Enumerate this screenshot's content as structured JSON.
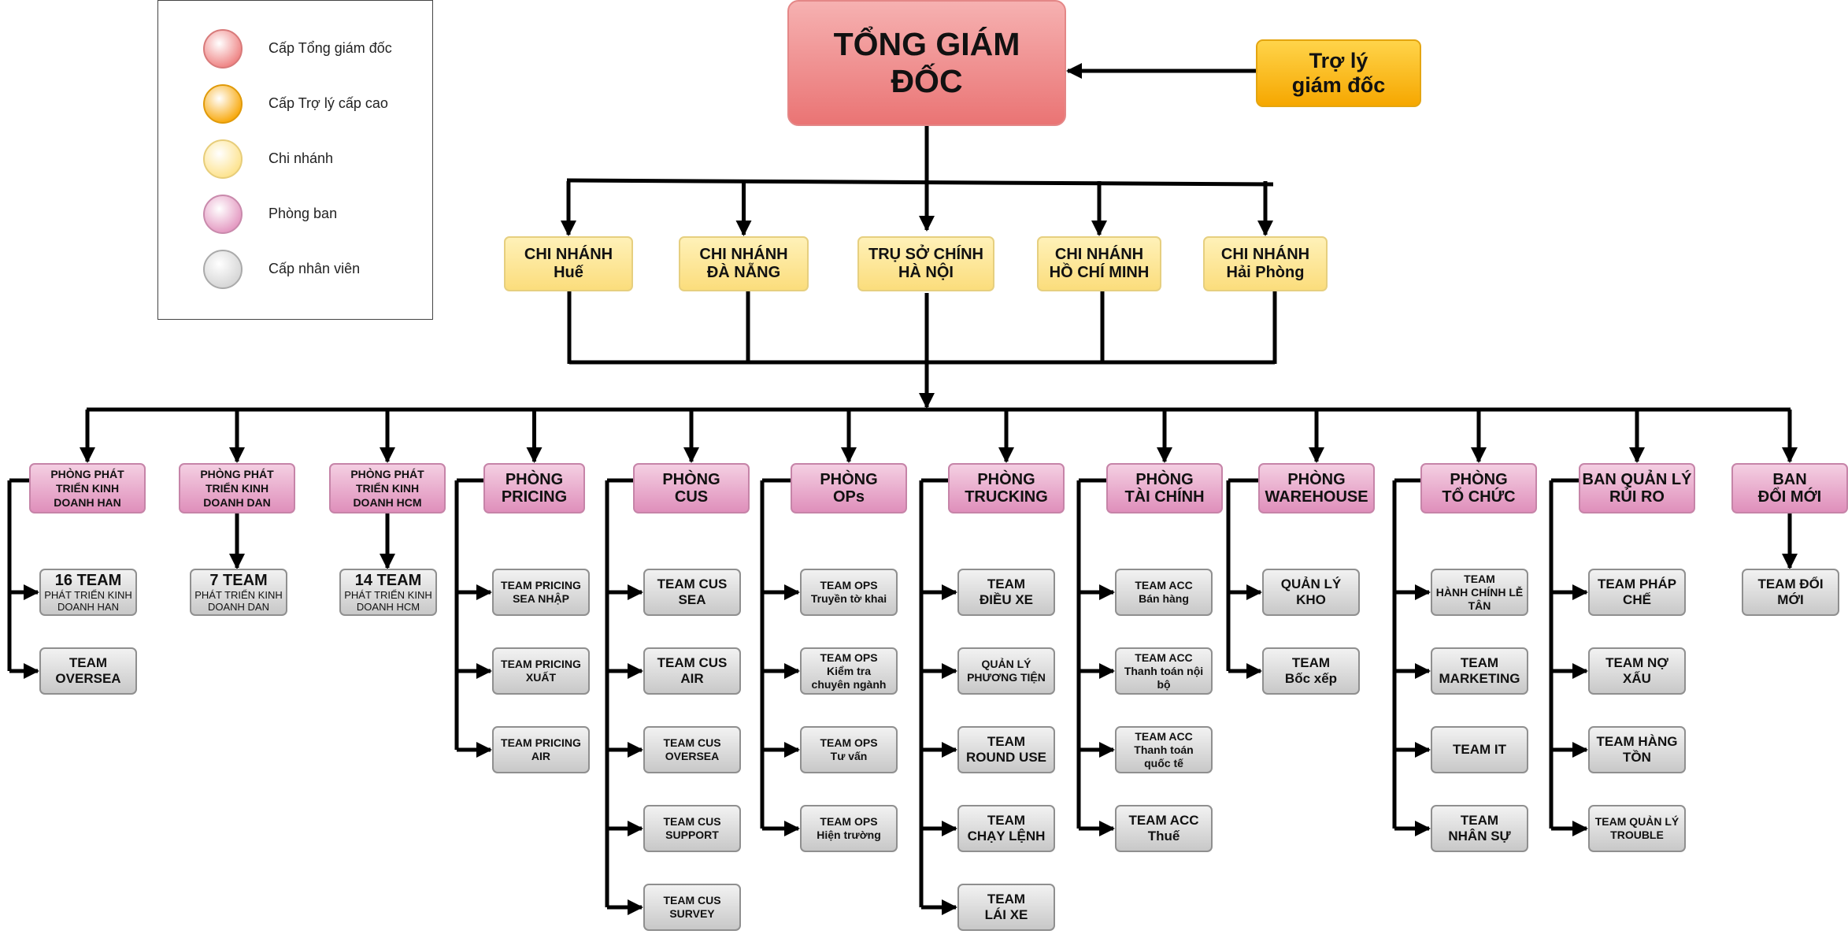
{
  "legend": [
    {
      "label": "Cấp Tổng giám đốc",
      "color": "#ef8585"
    },
    {
      "label": "Cấp Trợ lý cấp cao",
      "color": "#f8aa10"
    },
    {
      "label": "Chi nhánh",
      "color": "#fde38f"
    },
    {
      "label": "Phòng ban",
      "color": "#e49ac2"
    },
    {
      "label": "Cấp nhân viên",
      "color": "#d6d6d6"
    }
  ],
  "ceo": "TỔNG GIÁM\nĐỐC",
  "assistant": "Trợ lý\ngiám đốc",
  "branches": [
    "CHI NHÁNH\nHuế",
    "CHI NHÁNH\nĐÀ NẴNG",
    "TRỤ SỞ CHÍNH\nHÀ NỘI",
    "CHI NHÁNH\nHỒ CHÍ MINH",
    "CHI NHÁNH\nHải Phòng"
  ],
  "departments": [
    {
      "name": "PHÒNG PHÁT\nTRIỂN KINH\nDOANH HAN",
      "teams": [
        {
          "title": "16 TEAM",
          "subtitle": "PHÁT TRIỂN KINH\nDOANH HAN"
        },
        {
          "title": "TEAM\nOVERSEA"
        }
      ]
    },
    {
      "name": "PHÒNG PHÁT\nTRIỂN KINH\nDOANH DAN",
      "teams": [
        {
          "title": "7 TEAM",
          "subtitle": "PHÁT TRIỂN KINH\nDOANH DAN"
        }
      ]
    },
    {
      "name": "PHÒNG PHÁT\nTRIỂN KINH\nDOANH HCM",
      "teams": [
        {
          "title": "14 TEAM",
          "subtitle": "PHÁT TRIỂN KINH\nDOANH HCM"
        }
      ]
    },
    {
      "name": "PHÒNG\nPRICING",
      "teams": [
        {
          "title": "TEAM PRICING\nSEA NHẬP"
        },
        {
          "title": "TEAM PRICING\nXUẤT"
        },
        {
          "title": "TEAM PRICING\nAIR"
        }
      ]
    },
    {
      "name": "PHÒNG\nCUS",
      "teams": [
        {
          "title": "TEAM CUS\nSEA"
        },
        {
          "title": "TEAM CUS\nAIR"
        },
        {
          "title": "TEAM CUS\nOVERSEA"
        },
        {
          "title": "TEAM CUS\nSUPPORT"
        },
        {
          "title": "TEAM CUS\nSURVEY"
        }
      ]
    },
    {
      "name": "PHÒNG\nOPs",
      "teams": [
        {
          "title": "TEAM OPS\nTruyền tờ khai"
        },
        {
          "title": "TEAM OPS\nKiểm tra\nchuyên ngành"
        },
        {
          "title": "TEAM OPS\nTư vấn"
        },
        {
          "title": "TEAM OPS\nHiện trường"
        }
      ]
    },
    {
      "name": "PHÒNG\nTRUCKING",
      "teams": [
        {
          "title": "TEAM\nĐIỀU XE"
        },
        {
          "title": "QUẢN LÝ\nPHƯƠNG TIỆN"
        },
        {
          "title": "TEAM\nROUND USE"
        },
        {
          "title": "TEAM\nCHẠY LỆNH"
        },
        {
          "title": "TEAM\nLÁI XE"
        }
      ]
    },
    {
      "name": "PHÒNG\nTÀI CHÍNH",
      "teams": [
        {
          "title": "TEAM ACC\nBán hàng"
        },
        {
          "title": "TEAM ACC\nThanh toán nội\nbộ"
        },
        {
          "title": "TEAM ACC\nThanh toán\nquốc tế"
        },
        {
          "title": "TEAM ACC\nThuế"
        }
      ]
    },
    {
      "name": "PHÒNG\nWAREHOUSE",
      "teams": [
        {
          "title": "QUẢN LÝ\nKHO"
        },
        {
          "title": "TEAM\nBốc xếp"
        }
      ]
    },
    {
      "name": "PHÒNG\nTỔ CHỨC",
      "teams": [
        {
          "title": "TEAM\nHÀNH CHÍNH LỄ\nTÂN"
        },
        {
          "title": "TEAM\nMARKETING"
        },
        {
          "title": "TEAM IT"
        },
        {
          "title": "TEAM\nNHÂN SỰ"
        }
      ]
    },
    {
      "name": "BAN QUẢN LÝ\nRỦI RO",
      "teams": [
        {
          "title": "TEAM PHÁP\nCHẾ"
        },
        {
          "title": "TEAM NỢ XẤU"
        },
        {
          "title": "TEAM HÀNG\nTỒN"
        },
        {
          "title": "TEAM QUẢN LÝ\nTROUBLE"
        }
      ]
    },
    {
      "name": "BAN\nĐỔI MỚI",
      "teams": [
        {
          "title": "TEAM ĐỔI MỚI"
        }
      ]
    }
  ]
}
